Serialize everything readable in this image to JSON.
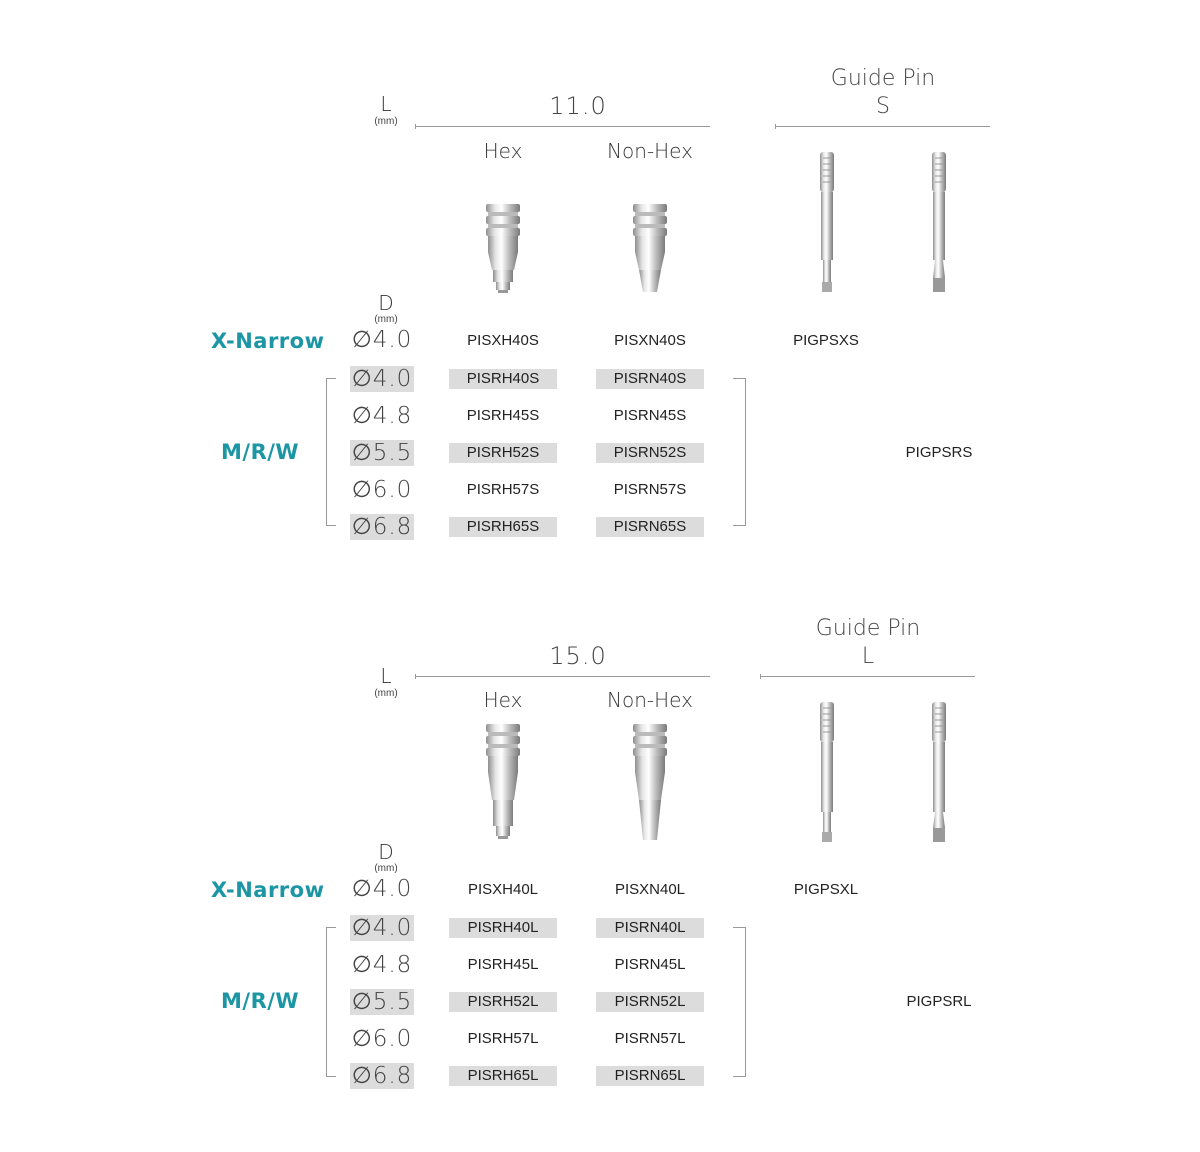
{
  "sections": [
    {
      "length_label": "L",
      "length_unit": "(mm)",
      "length_value": "11.0",
      "guide_title": "Guide Pin",
      "guide_size": "S",
      "col_hex": "Hex",
      "col_nonhex": "Non-Hex",
      "diameter_label": "D",
      "diameter_unit": "(mm)",
      "xnarrow_label": "X-Narrow",
      "mrw_label": "M/R/W",
      "xnarrow_row": {
        "diameter": "∅4.0",
        "hex": "PISXH40S",
        "nonhex": "PISXN40S",
        "guide": "PIGPSXS"
      },
      "mrw_rows": [
        {
          "diameter": "∅4.0",
          "hex": "PISRH40S",
          "nonhex": "PISRN40S"
        },
        {
          "diameter": "∅4.8",
          "hex": "PISRH45S",
          "nonhex": "PISRN45S"
        },
        {
          "diameter": "∅5.5",
          "hex": "PISRH52S",
          "nonhex": "PISRN52S"
        },
        {
          "diameter": "∅6.0",
          "hex": "PISRH57S",
          "nonhex": "PISRN57S"
        },
        {
          "diameter": "∅6.8",
          "hex": "PISRH65S",
          "nonhex": "PISRN65S"
        }
      ],
      "mrw_guide": "PIGPSRS"
    },
    {
      "length_label": "L",
      "length_unit": "(mm)",
      "length_value": "15.0",
      "guide_title": "Guide Pin",
      "guide_size": "L",
      "col_hex": "Hex",
      "col_nonhex": "Non-Hex",
      "diameter_label": "D",
      "diameter_unit": "(mm)",
      "xnarrow_label": "X-Narrow",
      "mrw_label": "M/R/W",
      "xnarrow_row": {
        "diameter": "∅4.0",
        "hex": "PISXH40L",
        "nonhex": "PISXN40L",
        "guide": "PIGPSXL"
      },
      "mrw_rows": [
        {
          "diameter": "∅4.0",
          "hex": "PISRH40L",
          "nonhex": "PISRN40L"
        },
        {
          "diameter": "∅4.8",
          "hex": "PISRH45L",
          "nonhex": "PISRN45L"
        },
        {
          "diameter": "∅5.5",
          "hex": "PISRH52L",
          "nonhex": "PISRN52L"
        },
        {
          "diameter": "∅6.0",
          "hex": "PISRH57L",
          "nonhex": "PISRN57L"
        },
        {
          "diameter": "∅6.8",
          "hex": "PISRH65L",
          "nonhex": "PISRN65L"
        }
      ],
      "mrw_guide": "PIGPSRL"
    }
  ],
  "colors": {
    "accent": "#1c96a4",
    "shade": "#dcdcdc",
    "rule": "#999999",
    "metal": "#c8c8c8"
  },
  "icons": [
    "hex-impression-post-image",
    "nonhex-impression-post-image",
    "guide-pin-image"
  ]
}
